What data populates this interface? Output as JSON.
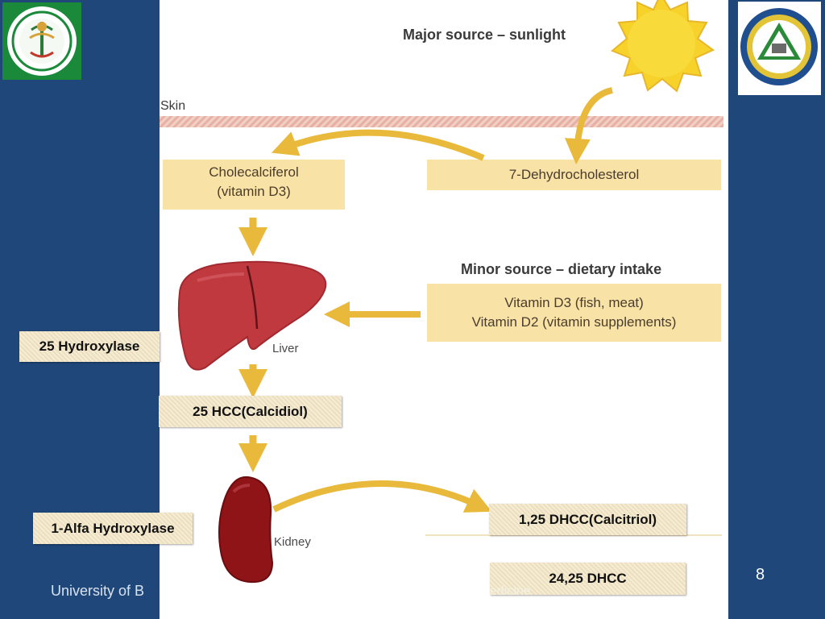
{
  "diagram": {
    "major_source": "Major source – sunlight",
    "skin_label": "Skin",
    "cholecalciferol": "Cholecalciferol",
    "cholecalciferol_sub": "(vitamin D3)",
    "dehydro": "7-Dehydrocholesterol",
    "minor_source": "Minor source – dietary intake",
    "diet_line1": "Vitamin D3 (fish, meat)",
    "diet_line2": "Vitamin D2 (vitamin supplements)",
    "liver_label": "Liver",
    "kidney_label": "Kidney"
  },
  "tags": {
    "hydroxylase25": "25 Hydroxylase",
    "calcidiol": "25 HCC(Calcidiol)",
    "alfa_hydroxylase": "1-Alfa Hydroxylase",
    "calcitriol": "1,25 DHCC(Calcitriol)",
    "dhcc2425": "24,25 DHCC"
  },
  "footer": {
    "left_text": "University of B",
    "right_text": "edicine"
  },
  "page_number": "8",
  "colors": {
    "background": "#1f477a",
    "box": "#f9e2a6",
    "arrow": "#e8b93a",
    "organ": "#c0393f",
    "kidney": "#8e1418",
    "sun": "#f6d22b"
  }
}
